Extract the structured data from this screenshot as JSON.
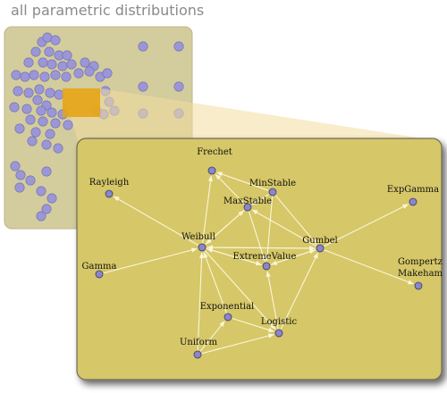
{
  "title": "all parametric distributions",
  "colors": {
    "overview_panel": "#d3cc9c",
    "overview_border": "#bdb68a",
    "selection": "#e6a416",
    "zoom_panel": "#d6c768",
    "zoom_border": "#6e6a58",
    "edge": "#fbf6d8",
    "node_fill": "#8a86c8",
    "dot_fill": "#9b97d6"
  },
  "nodes": [
    {
      "id": "frechet",
      "label": "Frechet"
    },
    {
      "id": "rayleigh",
      "label": "Rayleigh"
    },
    {
      "id": "minstable",
      "label": "MinStable"
    },
    {
      "id": "maxstable",
      "label": "MaxStable"
    },
    {
      "id": "expgamma",
      "label": "ExpGamma"
    },
    {
      "id": "weibull",
      "label": "Weibull"
    },
    {
      "id": "gumbel",
      "label": "Gumbel"
    },
    {
      "id": "extremevalue",
      "label": "ExtremeValue"
    },
    {
      "id": "gamma",
      "label": "Gamma"
    },
    {
      "id": "gompertz_makeham",
      "label": "Gompertz\nMakeham"
    },
    {
      "id": "exponential",
      "label": "Exponential"
    },
    {
      "id": "logistic",
      "label": "Logistic"
    },
    {
      "id": "uniform",
      "label": "Uniform"
    }
  ],
  "edges": [
    [
      "weibull",
      "rayleigh"
    ],
    [
      "gamma",
      "weibull"
    ],
    [
      "weibull",
      "frechet"
    ],
    [
      "maxstable",
      "frechet"
    ],
    [
      "minstable",
      "frechet"
    ],
    [
      "minstable",
      "maxstable"
    ],
    [
      "maxstable",
      "weibull"
    ],
    [
      "weibull",
      "maxstable"
    ],
    [
      "weibull",
      "gumbel"
    ],
    [
      "gumbel",
      "weibull"
    ],
    [
      "weibull",
      "extremevalue"
    ],
    [
      "extremevalue",
      "weibull"
    ],
    [
      "gumbel",
      "extremevalue"
    ],
    [
      "extremevalue",
      "gumbel"
    ],
    [
      "gumbel",
      "maxstable"
    ],
    [
      "minstable",
      "gumbel"
    ],
    [
      "minstable",
      "extremevalue"
    ],
    [
      "maxstable",
      "extremevalue"
    ],
    [
      "gumbel",
      "expgamma"
    ],
    [
      "gumbel",
      "gompertz_makeham"
    ],
    [
      "exponential",
      "weibull"
    ],
    [
      "exponential",
      "logistic"
    ],
    [
      "logistic",
      "gumbel"
    ],
    [
      "logistic",
      "extremevalue"
    ],
    [
      "uniform",
      "weibull"
    ],
    [
      "uniform",
      "exponential"
    ],
    [
      "uniform",
      "logistic"
    ],
    [
      "weibull",
      "logistic"
    ]
  ]
}
